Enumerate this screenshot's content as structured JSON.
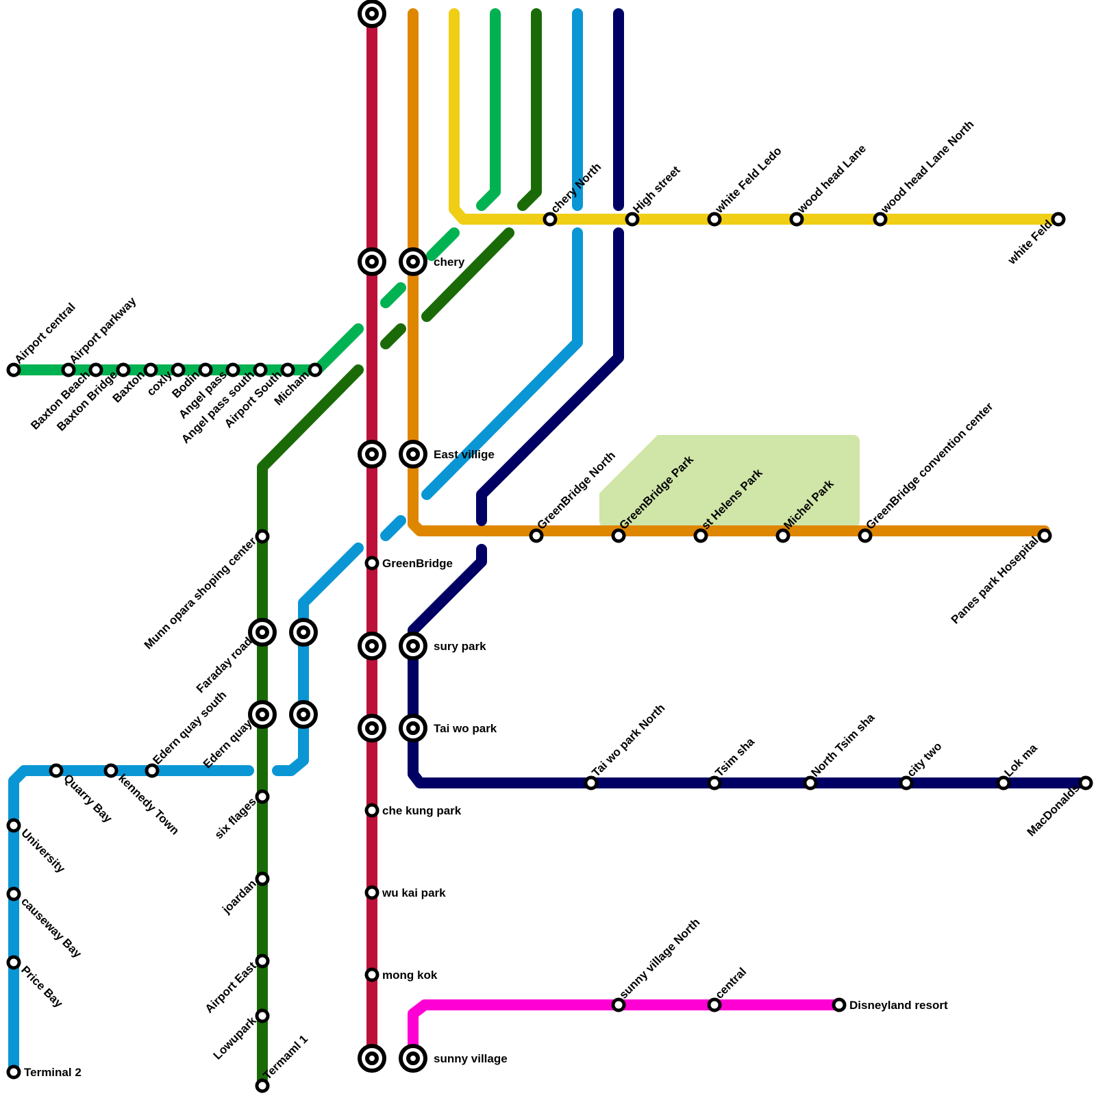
{
  "map": {
    "title": "Transit network map",
    "park_area_color": "#d0e5a8"
  },
  "lines": [
    {
      "id": "red",
      "color": "#bc1239"
    },
    {
      "id": "orange",
      "color": "#df8600"
    },
    {
      "id": "yellow",
      "color": "#f0ce15"
    },
    {
      "id": "light-green",
      "color": "#00b251"
    },
    {
      "id": "dark-green",
      "color": "#1a6b08"
    },
    {
      "id": "blue",
      "color": "#0a96d4"
    },
    {
      "id": "navy",
      "color": "#000064"
    },
    {
      "id": "magenta",
      "color": "#ff00d4"
    }
  ],
  "stations": {
    "light_green": [
      "Airport central",
      "Airport parkway",
      "Baxton Beach",
      "Baxton Bridge",
      "Baxton",
      "coxly",
      "Bodin",
      "Angel pass",
      "Angel pass south",
      "Airport South",
      "Micham"
    ],
    "yellow": [
      "chery North",
      "High street",
      "white Feld Ledo",
      "wood head Lane",
      "wood head Lane North",
      "white Feld"
    ],
    "orange": [
      "chery",
      "East villige",
      "GreenBridge North",
      "GreenBridge Park",
      "st Helens Park",
      "Michel Park",
      "GreenBridge convention center",
      "Panes park Hosepital"
    ],
    "red": [
      "GreenBridge",
      "che kung park",
      "wu kai park",
      "mong kok"
    ],
    "navy": [
      "sury park",
      "Tai wo park",
      "Tai wo park North",
      "Tsim sha",
      "North Tsim sha",
      "city two",
      "Lok ma",
      "MacDonalds"
    ],
    "dark_green": [
      "Munn opara shoping center",
      "Faraday road",
      "Edern quay",
      "six flages",
      "joardan",
      "Airport East",
      "Lowupark",
      "Termaml 1"
    ],
    "blue": [
      "Edern quay south",
      "Quarry Bay",
      "kennedy Town",
      "University",
      "causeway Bay",
      "Price Bay",
      "Terminal 2"
    ],
    "magenta": [
      "sunny village",
      "sunny village North",
      "central",
      "Disneyland resort"
    ]
  }
}
